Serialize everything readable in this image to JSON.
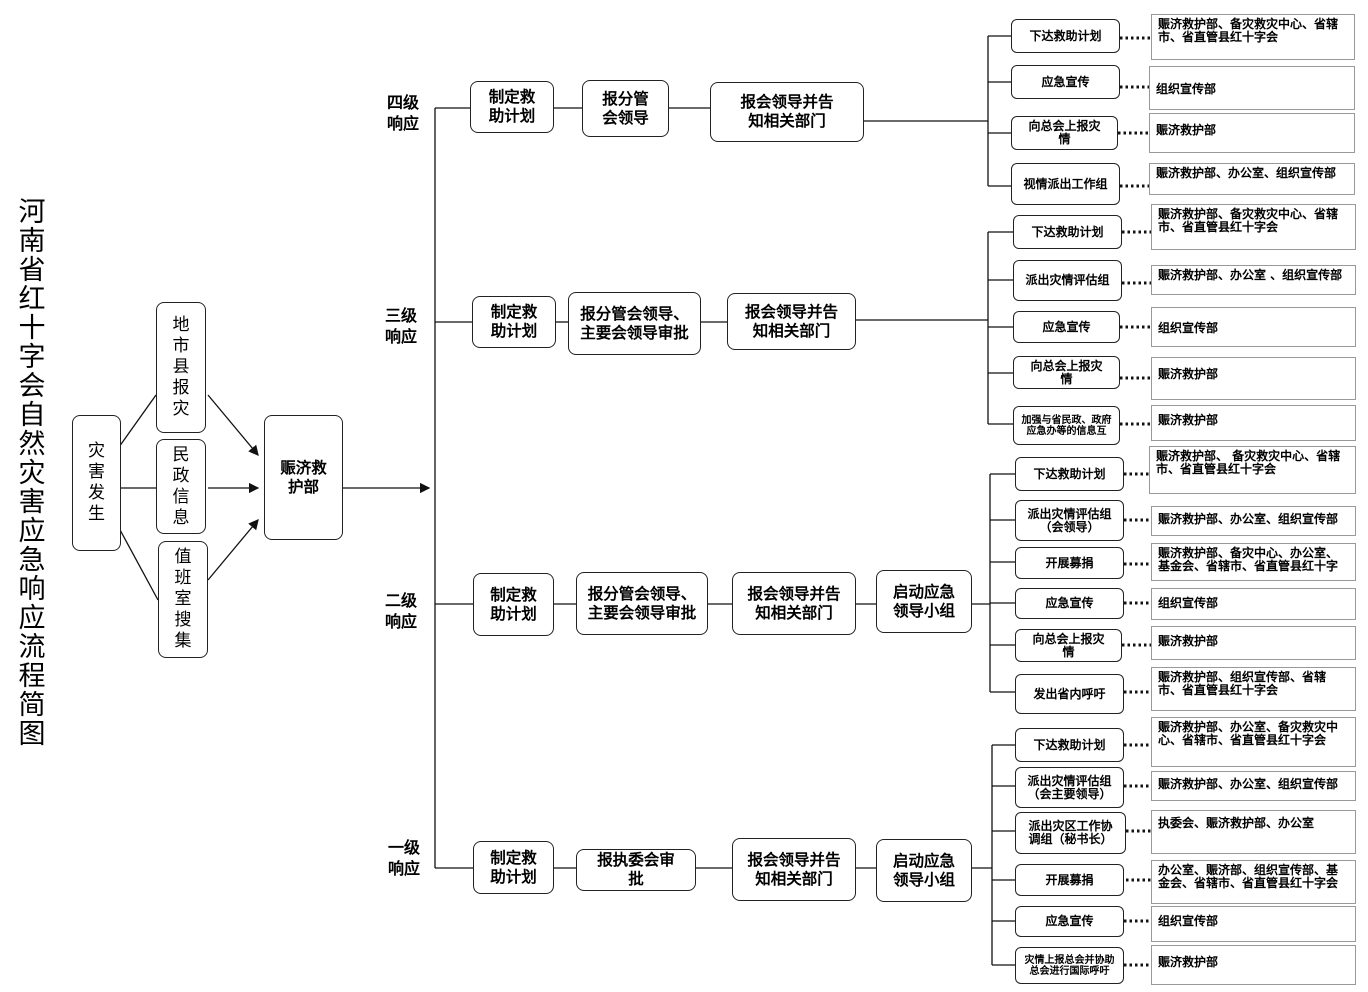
{
  "title": "河南省红十字会自然灾害应急响应流程简图",
  "source": {
    "disaster": "灾害发生",
    "reports": [
      "地市县报灾",
      "民政信息",
      "值班室搜集"
    ],
    "dept": "赈济救护部"
  },
  "levels": [
    {
      "label": "四级响应",
      "steps": [
        "制定救助计划",
        "报分管会领导",
        "报会领导并告知相关部门"
      ],
      "actions": [
        {
          "task": "下达救助计划",
          "dept": "赈济救护部、备灾救灾中心、省辖市、省直管县红十字会"
        },
        {
          "task": "应急宣传",
          "dept": "组织宣传部"
        },
        {
          "task": "向总会上报灾情",
          "dept": "赈济救护部"
        },
        {
          "task": "视情派出工作组",
          "dept": "赈济救护部、办公室、组织宣传部"
        }
      ]
    },
    {
      "label": "三级响应",
      "steps": [
        "制定救助计划",
        "报分管会领导、主要会领导审批",
        "报会领导并告知相关部门"
      ],
      "actions": [
        {
          "task": "下达救助计划",
          "dept": "赈济救护部、备灾救灾中心、省辖市、省直管县红十字会"
        },
        {
          "task": "派出灾情评估组",
          "dept": "赈济救护部、办公室 、组织宣传部"
        },
        {
          "task": "应急宣传",
          "dept": "组织宣传部"
        },
        {
          "task": "向总会上报灾情",
          "dept": "赈济救护部"
        },
        {
          "task": "加强与省民政、政府应急办等的信息互",
          "dept": "赈济救护部"
        }
      ]
    },
    {
      "label": "二级响应",
      "steps": [
        "制定救助计划",
        "报分管会领导、主要会领导审批",
        "报会领导并告知相关部门",
        "启动应急领导小组"
      ],
      "actions": [
        {
          "task": "下达救助计划",
          "dept": "赈济救护部、 备灾救灾中心、省辖市、省直管县红十字会"
        },
        {
          "task": "派出灾情评估组（会领导）",
          "dept": "赈济救护部、办公室、组织宣传部"
        },
        {
          "task": "开展募捐",
          "dept": "赈济救护部、备灾中心、办公室、基金会、省辖市、省直管县红十字"
        },
        {
          "task": "应急宣传",
          "dept": "组织宣传部"
        },
        {
          "task": "向总会上报灾情",
          "dept": "赈济救护部"
        },
        {
          "task": "发出省内呼吁",
          "dept": "赈济救护部、组织宣传部、省辖市、省直管县红十字会"
        }
      ]
    },
    {
      "label": "一级响应",
      "steps": [
        "制定救助计划",
        "报执委会审批",
        "报会领导并告知相关部门",
        "启动应急领导小组"
      ],
      "actions": [
        {
          "task": "下达救助计划",
          "dept": "赈济救护部、办公室、备灾救灾中心、省辖市、省直管县红十字会"
        },
        {
          "task": "派出灾情评估组（会主要领导）",
          "dept": "赈济救护部、办公室、组织宣传部"
        },
        {
          "task": "派出灾区工作协调组（秘书长）",
          "dept": "执委会、赈济救护部、办公室"
        },
        {
          "task": "开展募捐",
          "dept": "办公室、赈济部、组织宣传部、基金会、省辖市、省直管县红十字会"
        },
        {
          "task": "应急宣传",
          "dept": "组织宣传部"
        },
        {
          "task": "灾情上报总会并协助总会进行国际呼吁",
          "dept": "赈济救护部"
        }
      ]
    }
  ]
}
